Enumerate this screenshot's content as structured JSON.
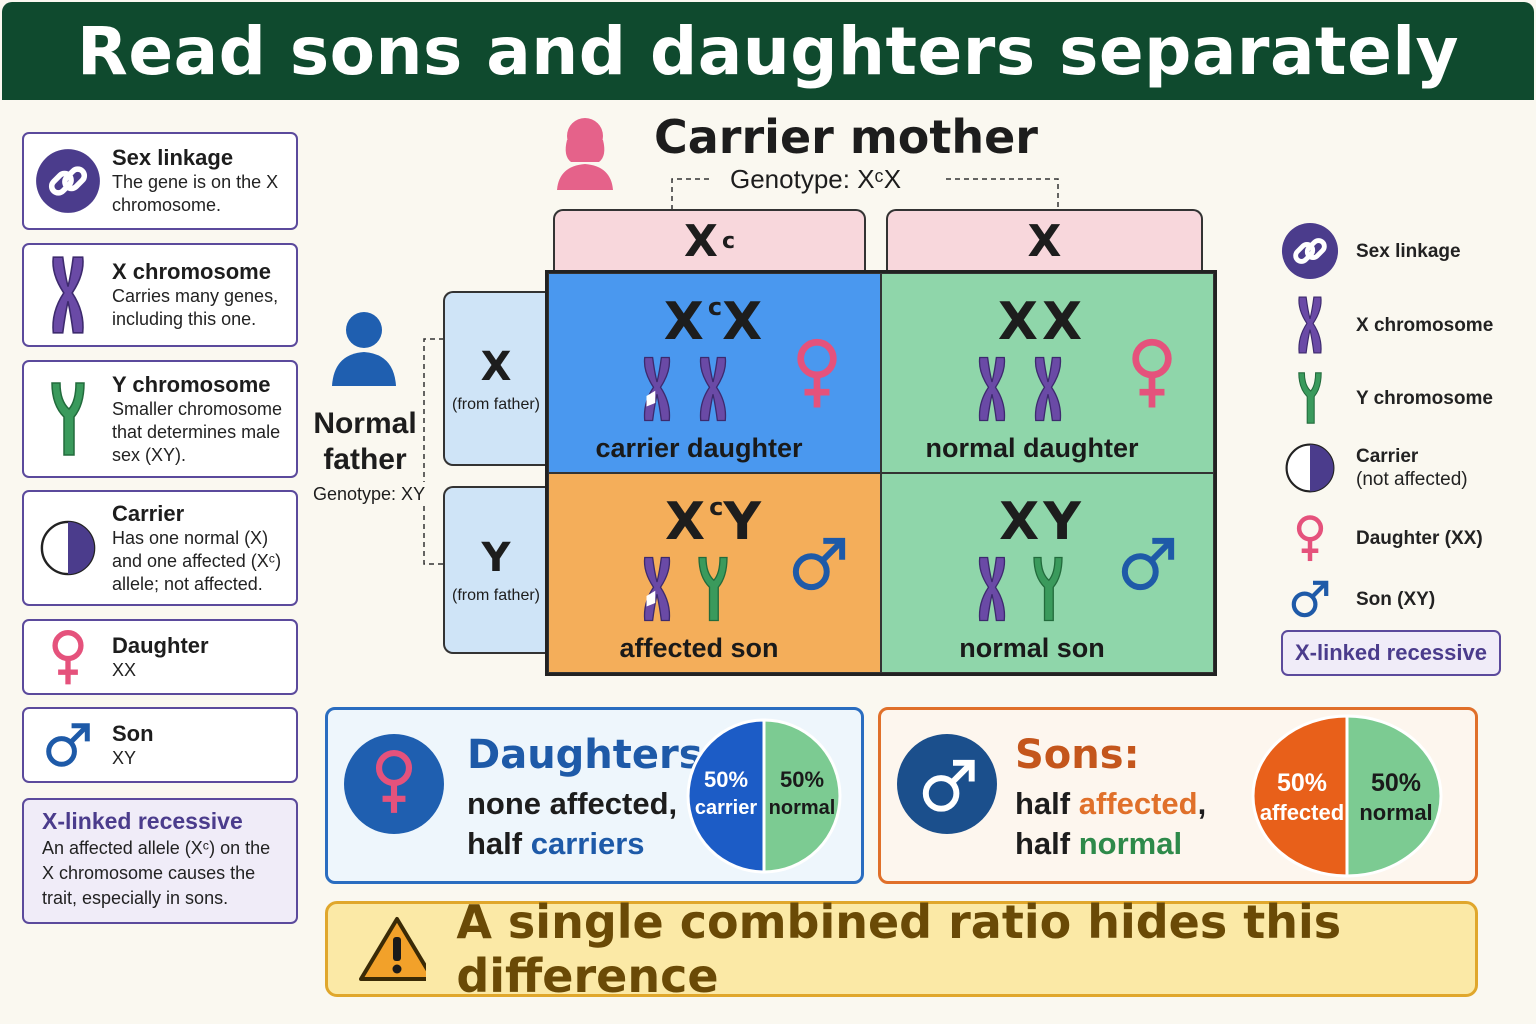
{
  "title": "Read sons and daughters separately",
  "left_legend": [
    {
      "title": "Sex linkage",
      "desc": "The gene is on the X chromosome.",
      "icon": "link-icon"
    },
    {
      "title": "X chromosome",
      "desc": "Carries many genes, including this one.",
      "icon": "x-chromosome-icon"
    },
    {
      "title": "Y chromosome",
      "desc": "Smaller chromosome that determines male sex (XY).",
      "icon": "y-chromosome-icon"
    },
    {
      "title": "Carrier",
      "desc": "Has one normal (X) and one affected (Xᶜ) allele; not affected.",
      "icon": "half-circle-icon"
    },
    {
      "title": "Daughter",
      "desc": "XX",
      "icon": "female-symbol-icon"
    },
    {
      "title": "Son",
      "desc": "XY",
      "icon": "male-symbol-icon"
    }
  ],
  "xlinked_card": {
    "title": "X-linked recessive",
    "desc": "An affected allele (Xᶜ) on the X chromosome causes the trait, especially in sons."
  },
  "mother": {
    "title": "Carrier mother",
    "genotype": "Genotype: XᶜX"
  },
  "father": {
    "title_line1": "Normal",
    "title_line2": "father",
    "genotype": "Genotype: XY"
  },
  "mother_alleles": [
    {
      "letter": "X",
      "sup": "c"
    },
    {
      "letter": "X",
      "sup": ""
    }
  ],
  "father_alleles": [
    {
      "letter": "X",
      "note": "(from father)"
    },
    {
      "letter": "Y",
      "note": "(from father)"
    }
  ],
  "cells": [
    {
      "g1": "X",
      "g1sup": "c",
      "g2": "X",
      "label": "carrier daughter",
      "color": "#4a98ef"
    },
    {
      "g1": "X",
      "g1sup": "",
      "g2": "X",
      "label": "normal daughter",
      "color": "#8fd6aa"
    },
    {
      "g1": "X",
      "g1sup": "c",
      "g2": "Y",
      "label": "affected son",
      "color": "#f4ae5a"
    },
    {
      "g1": "X",
      "g1sup": "",
      "g2": "Y",
      "label": "normal son",
      "color": "#8fd6aa"
    }
  ],
  "daughters": {
    "head": "Daughters:",
    "line1": "none affected,",
    "line2_a": "half ",
    "line2_b": "carriers",
    "pie": [
      {
        "pct": "50%",
        "label": "carrier",
        "value": 50,
        "color": "#1c5cc6"
      },
      {
        "pct": "50%",
        "label": "normal",
        "value": 50,
        "color": "#7ccb92"
      }
    ]
  },
  "sons": {
    "head": "Sons:",
    "line1_a": "half ",
    "line1_b": "affected",
    "line1_c": ",",
    "line2_a": "half ",
    "line2_b": "normal",
    "pie": [
      {
        "pct": "50%",
        "label": "affected",
        "value": 50,
        "color": "#e8601a"
      },
      {
        "pct": "50%",
        "label": "normal",
        "value": 50,
        "color": "#7ccb92"
      }
    ]
  },
  "right_legend": [
    {
      "text": "Sex linkage",
      "icon": "link-icon"
    },
    {
      "text": "X chromosome",
      "icon": "x-chromosome-icon"
    },
    {
      "text": "Y chromosome",
      "icon": "y-chromosome-icon"
    },
    {
      "text": "Carrier",
      "text2": "(not affected)",
      "icon": "half-circle-icon"
    },
    {
      "text": "Daughter (XX)",
      "icon": "female-symbol-icon"
    },
    {
      "text": "Son (XY)",
      "icon": "male-symbol-icon"
    }
  ],
  "right_badge": "X-linked recessive",
  "warning": "A single combined ratio hides this difference",
  "colors": {
    "banner": "#0f4a2e",
    "purple": "#5b4a9c",
    "pink": "#e5527c",
    "blue": "#1e5aa8",
    "green": "#3a8a5c",
    "orange": "#e8601a"
  }
}
